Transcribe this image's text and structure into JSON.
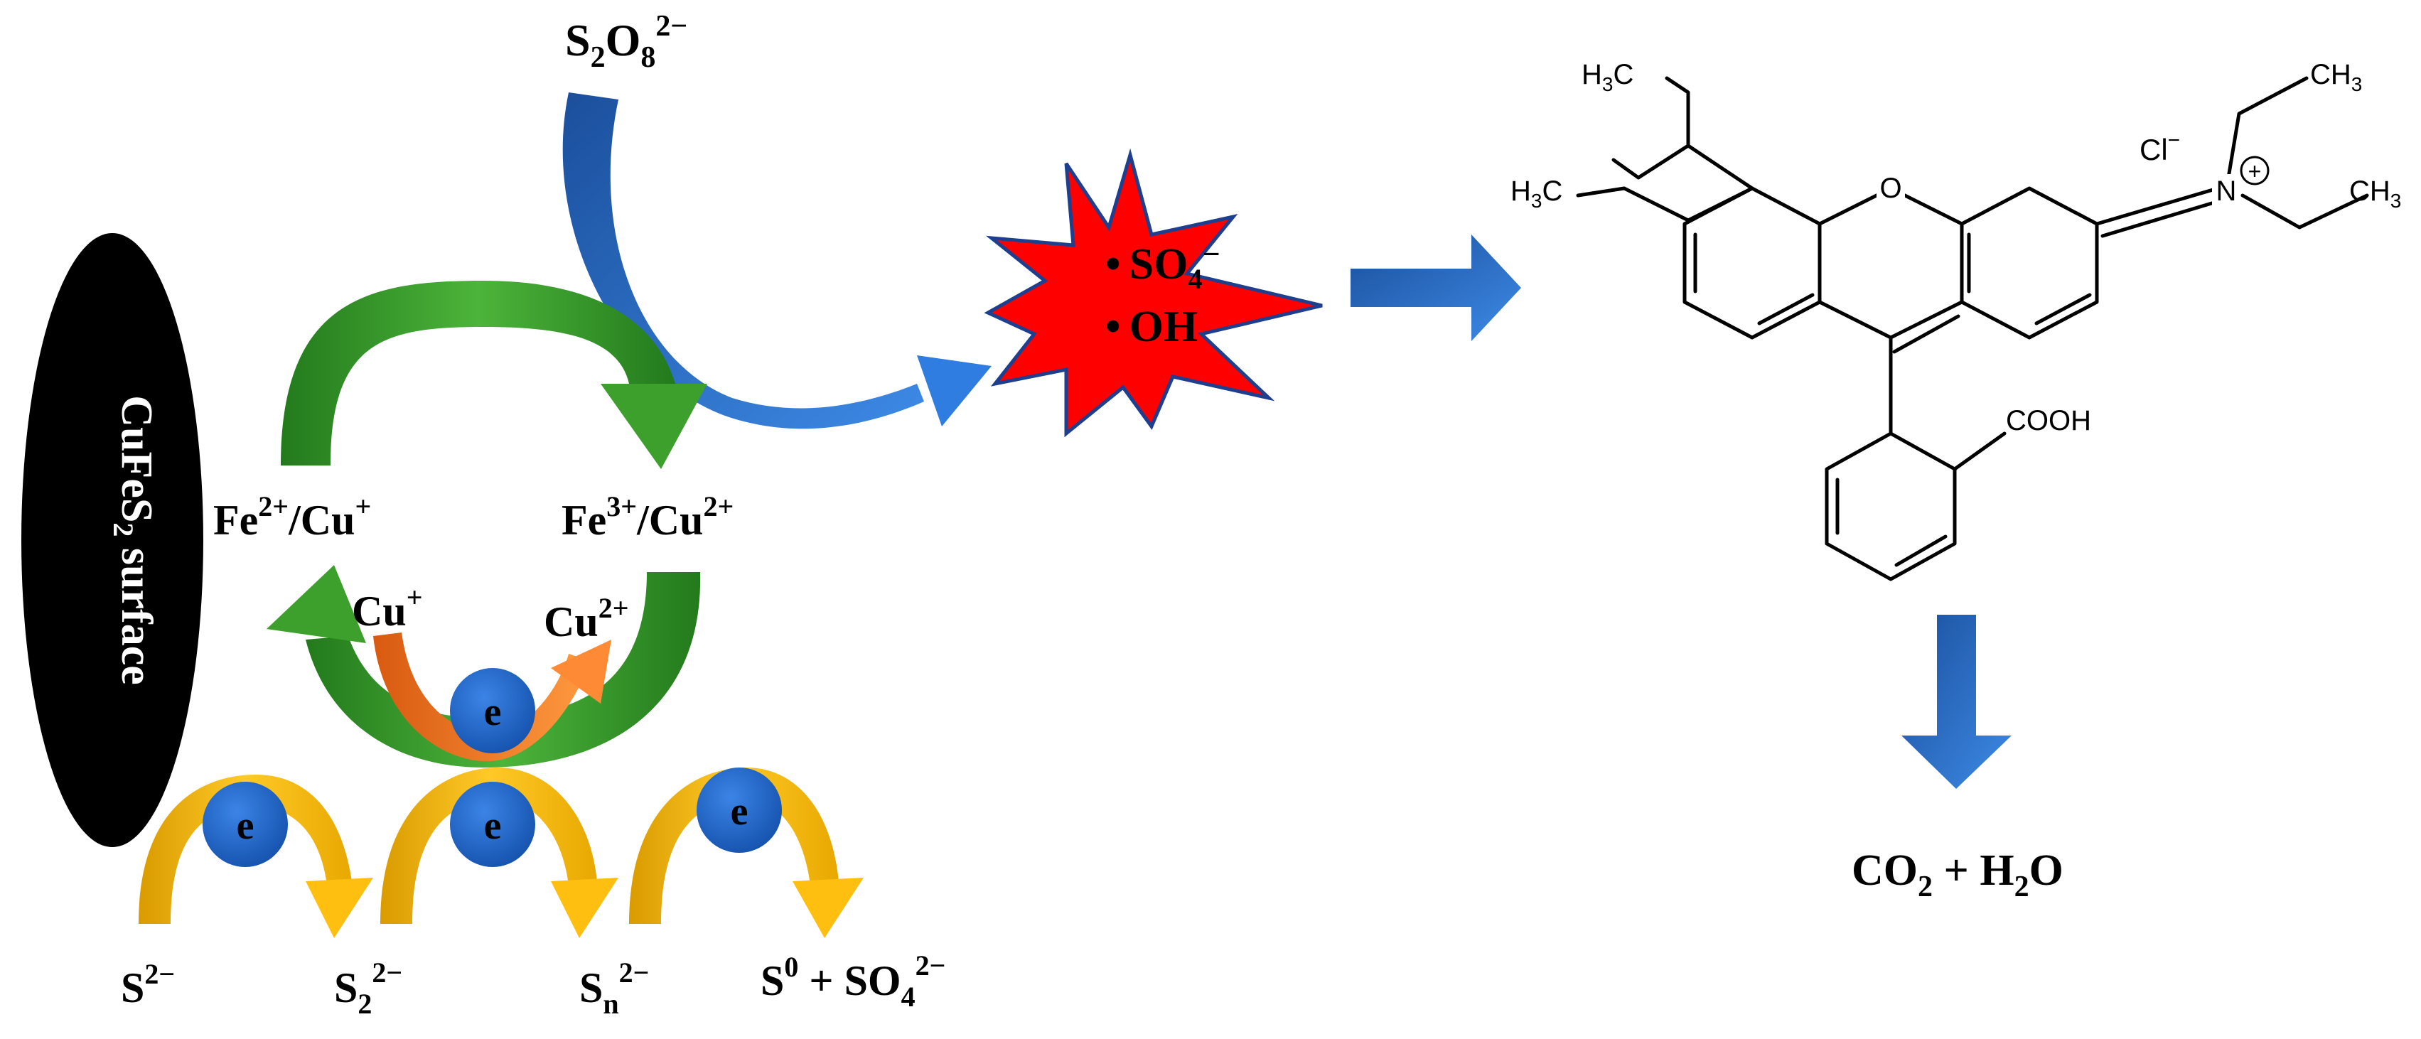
{
  "surface": {
    "label_main": "CuFeS",
    "label_sub": "2",
    "label_rest": " surface"
  },
  "reagent": {
    "s": "S",
    "s_sub": "2",
    "o": "O",
    "o_sub": "8",
    "charge": "2−"
  },
  "radicals": {
    "dot": "•",
    "so4": "SO",
    "so4_sub": "4",
    "so4_charge": "−",
    "oh": "OH",
    "burst_color": "#ff0000"
  },
  "iron_copper": {
    "reduced": {
      "fe": "Fe",
      "fe_sup": "2+",
      "cu": "/Cu",
      "cu_sup": "+"
    },
    "oxidized": {
      "fe": "Fe",
      "fe_sup": "3+",
      "cu": "/Cu",
      "cu_sup": "2+"
    }
  },
  "copper_cycle": {
    "cu_plus": "Cu",
    "cu_plus_sup": "+",
    "cu_2plus": "Cu",
    "cu_2plus_sup": "2+"
  },
  "electron": {
    "label": "e",
    "color": "#1f63c4"
  },
  "sulfur_species": {
    "s2minus": {
      "s": "S",
      "sup": "2−"
    },
    "s22minus": {
      "s": "S",
      "sub": "2",
      "sup": "2−"
    },
    "sn2minus": {
      "s": "S",
      "sub": "n",
      "sup": "2−"
    },
    "final": {
      "s": "S",
      "s_sup": "0",
      "plus": " + SO",
      "sub": "4",
      "sup": "2−"
    }
  },
  "molecule": {
    "ethyl_top_left": "H",
    "ethyl_top_left_sub": "3",
    "ethyl_top_left_c": "C",
    "ethyl_mid_left": "H",
    "ethyl_mid_left_sub": "3",
    "ethyl_mid_left_c": "C",
    "ch3_top_right": "CH",
    "ch3_top_right_sub": "3",
    "ch3_mid_right": "CH",
    "ch3_mid_right_sub": "3",
    "chloride": "Cl",
    "chloride_sup": "−",
    "oxygen": "O",
    "nitrogen": "N",
    "plus": "+",
    "cooh": "COOH"
  },
  "products": {
    "co": "CO",
    "co_sub": "2",
    "plus": " + H",
    "h_sub": "2",
    "o": "O"
  },
  "colors": {
    "green": "#3a9a2a",
    "yellow": "#f2b705",
    "orange": "#f07a22",
    "blue": "#2a6fd0",
    "black": "#000000"
  }
}
